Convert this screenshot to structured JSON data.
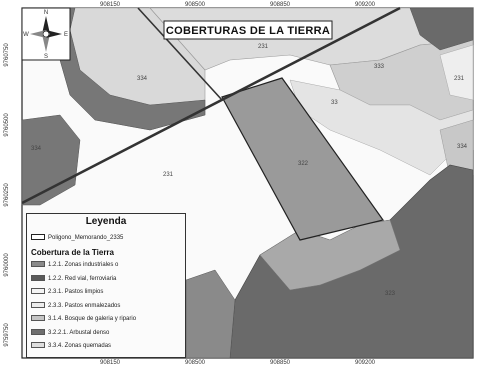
{
  "title": "COBERTURAS DE LA TIERRA",
  "top_coords": [
    "908150",
    "908500",
    "908850",
    "909200"
  ],
  "bottom_coords": [
    "908150",
    "908500",
    "908850",
    "909200"
  ],
  "left_coords": [
    "9760750",
    "9760500",
    "9760250",
    "9760000",
    "9759750"
  ],
  "compass": {
    "n": "N",
    "s": "S",
    "e": "E",
    "w": "W"
  },
  "zone_labels": {
    "z231_top": "231",
    "z334": "334",
    "z333": "333",
    "z231_right": "231",
    "z33": "33",
    "z334_left": "334",
    "z231_center": "231",
    "z322": "322",
    "z334_right": "334",
    "z323": "323"
  },
  "legend": {
    "title": "Leyenda",
    "polygon_label": "Poligono_Memorando_2335",
    "subtitle": "Cobertura de la Tierra",
    "items": [
      {
        "label": "1.2.1. Zonas industriales o",
        "color": "#8a8a8a"
      },
      {
        "label": "1.2.2. Red vial, ferroviaria",
        "color": "#5a5a5a"
      },
      {
        "label": "2.3.1. Pastos limpios",
        "color": "#f4f4f4"
      },
      {
        "label": "2.3.3. Pastos enmalezados",
        "color": "#ececec"
      },
      {
        "label": "3.1.4. Bosque de galeria y ripario",
        "color": "#c4c4c4"
      },
      {
        "label": "3.2.2.1. Arbustal denso",
        "color": "#6e6e6e"
      },
      {
        "label": "3.3.4. Zonas quemadas",
        "color": "#dedede"
      }
    ]
  }
}
